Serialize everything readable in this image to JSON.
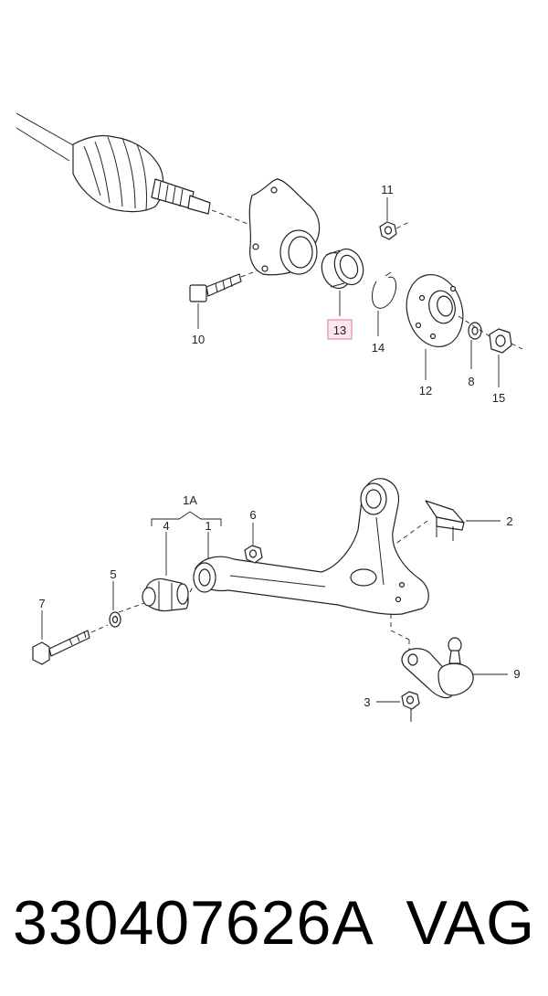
{
  "callouts": {
    "c1": "1",
    "c1a": "1A",
    "c2": "2",
    "c3": "3",
    "c4": "4",
    "c5": "5",
    "c6": "6",
    "c7": "7",
    "c8": "8",
    "c9": "9",
    "c10": "10",
    "c11": "11",
    "c12": "12",
    "c13": "13",
    "c14": "14",
    "c15": "15"
  },
  "highlight": {
    "callout": "13",
    "color": "#e38aa0"
  },
  "footer": {
    "part_number": "330407626A",
    "brand": "VAG"
  }
}
